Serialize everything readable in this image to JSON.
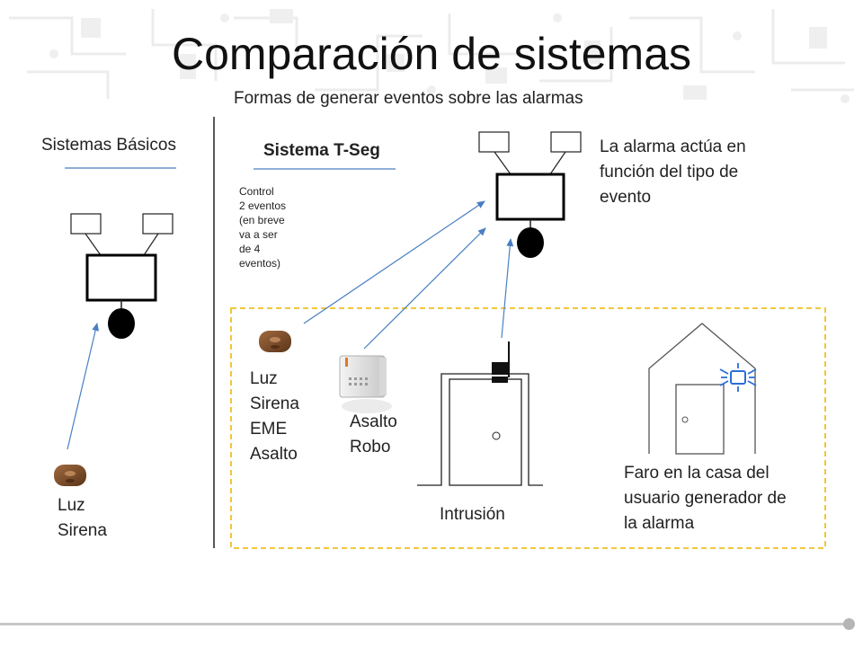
{
  "slide": {
    "title": "Comparación de sistemas",
    "subtitle": "Formas de generar eventos sobre las alarmas"
  },
  "basic": {
    "heading": "Sistemas Básicos",
    "events": "Luz\nSirena"
  },
  "tseg": {
    "heading": "Sistema T-Seg",
    "control_note": "Control\n2 eventos\n(en breve\nva a ser\nde 4\neventos)",
    "alarm_note": "La alarma actúa en\nfunción del tipo de\nevento",
    "remote_events": "Luz\nSirena\nEME\nAsalto",
    "sensor_events": "Asalto\nRobo",
    "intrusion_label": "Intrusión",
    "beacon_note": "Faro en la casa del\nusuario generador de\nla alarma"
  },
  "colors": {
    "arrow": "#4a7fc1",
    "dashed_border": "#f0c020",
    "underline": "#4a7fc1",
    "beacon": "#2a6fd8",
    "remote": "#7a4a2a"
  },
  "icons": [
    "remote-control-icon",
    "wall-sensor-icon",
    "door-icon",
    "house-icon",
    "beacon-light-icon",
    "siren-icon"
  ]
}
